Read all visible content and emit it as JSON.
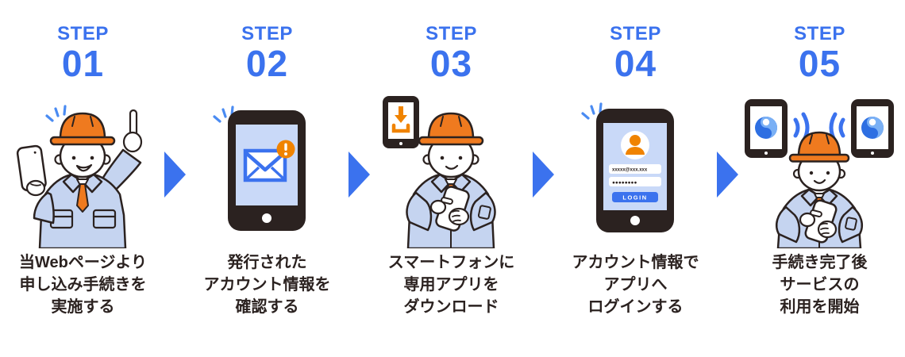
{
  "colors": {
    "accent_blue": "#3b72ee",
    "sparkle_blue": "#4a8bf2",
    "outline_dark": "#2b2220",
    "jacket_blue": "#c5d4f0",
    "screen_blue": "#c9d9f8",
    "helmet_orange": "#ef7a1f",
    "badge_orange": "#f08300",
    "swirl_dark_blue": "#2e6fe2",
    "swirl_light_blue": "#7ab0f5"
  },
  "icons": {
    "arrow_right": "▶",
    "mail_badge": "!",
    "download": "⤓"
  },
  "steps": [
    {
      "label": "STEP",
      "number": "01",
      "caption_lines": [
        "当Webページより",
        "申し込み手続きを",
        "実施する"
      ]
    },
    {
      "label": "STEP",
      "number": "02",
      "caption_lines": [
        "発行された",
        "アカウント情報を",
        "確認する"
      ]
    },
    {
      "label": "STEP",
      "number": "03",
      "caption_lines": [
        "スマートフォンに",
        "専用アプリを",
        "ダウンロード"
      ]
    },
    {
      "label": "STEP",
      "number": "04",
      "caption_lines": [
        "アカウント情報で",
        "アプリへ",
        "ログインする"
      ],
      "phone_login": {
        "email": "xxxxx@xxx.xxx",
        "password": "●●●●●●●●",
        "login_label": "LOGIN"
      }
    },
    {
      "label": "STEP",
      "number": "05",
      "caption_lines": [
        "手続き完了後",
        "サービスの",
        "利用を開始"
      ]
    }
  ]
}
